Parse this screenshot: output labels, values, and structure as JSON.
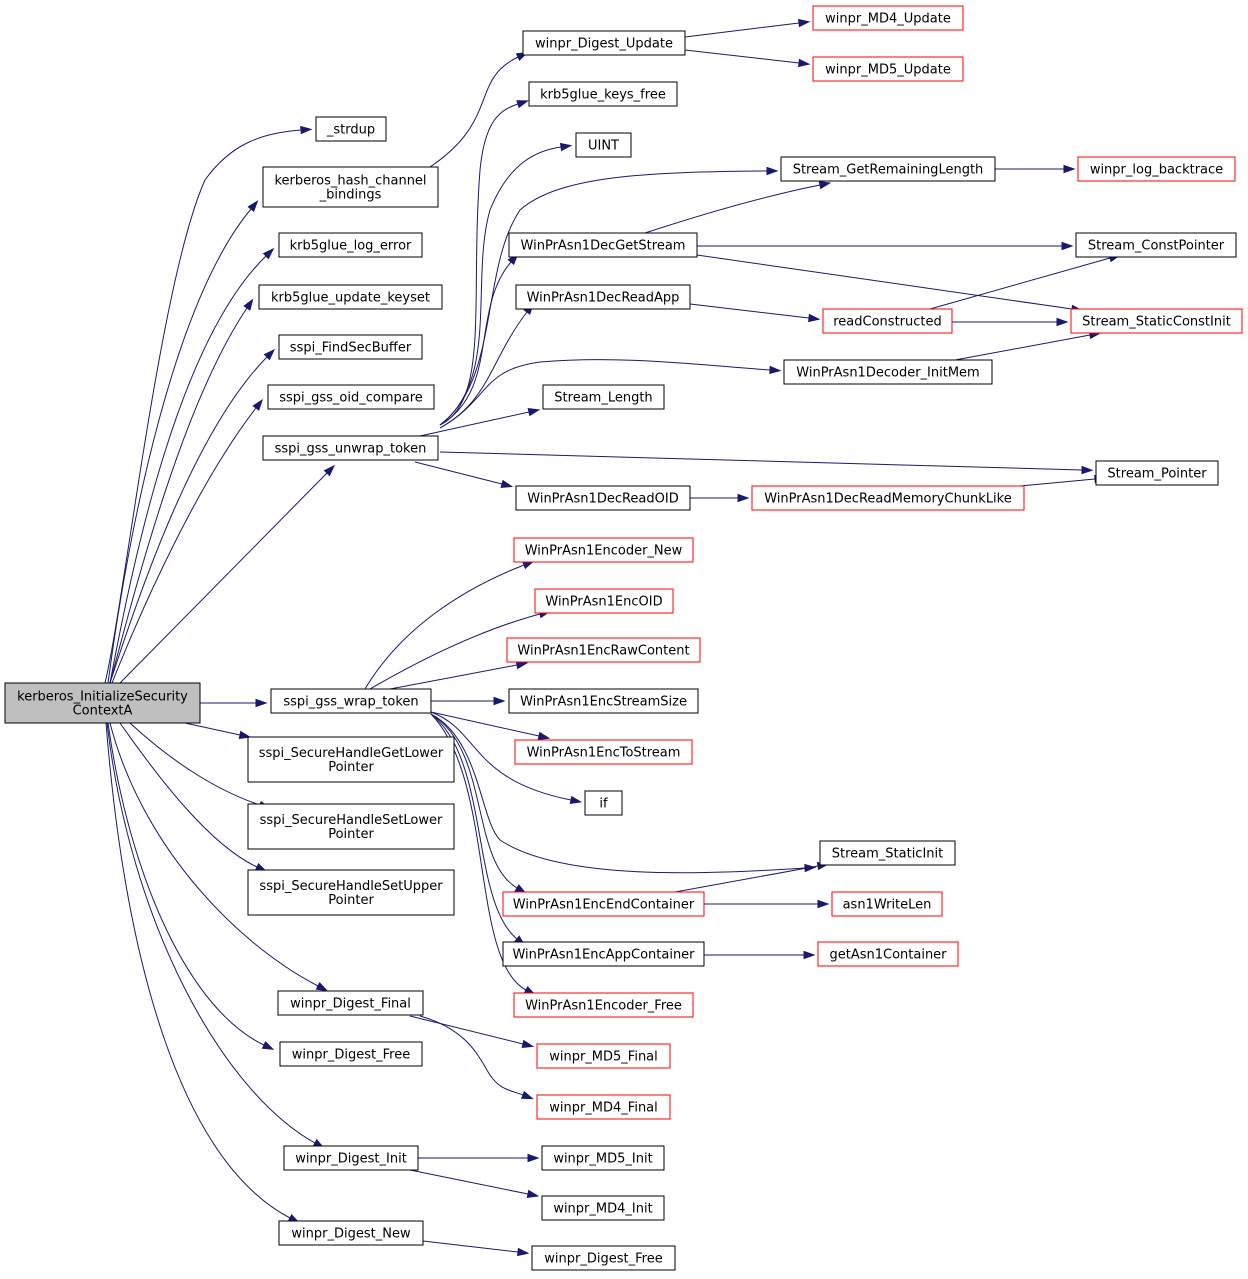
{
  "colors": {
    "edge": "#191970",
    "border_black": "#000000",
    "border_red": "#ff0000",
    "root_fill": "#bfbfbf",
    "node_fill": "#ffffff"
  },
  "nodes": {
    "root": {
      "lines": [
        "kerberos_InitializeSecurity",
        "ContextA"
      ],
      "style": "root"
    },
    "strdup": {
      "lines": [
        "_strdup"
      ],
      "style": "black"
    },
    "hash_cb": {
      "lines": [
        "kerberos_hash_channel",
        "_bindings"
      ],
      "style": "black"
    },
    "log_error": {
      "lines": [
        "krb5glue_log_error"
      ],
      "style": "black"
    },
    "update_keyset": {
      "lines": [
        "krb5glue_update_keyset"
      ],
      "style": "black"
    },
    "find_sec_buffer": {
      "lines": [
        "sspi_FindSecBuffer"
      ],
      "style": "black"
    },
    "oid_compare": {
      "lines": [
        "sspi_gss_oid_compare"
      ],
      "style": "black"
    },
    "unwrap_token": {
      "lines": [
        "sspi_gss_unwrap_token"
      ],
      "style": "black"
    },
    "wrap_token": {
      "lines": [
        "sspi_gss_wrap_token"
      ],
      "style": "black"
    },
    "get_lower": {
      "lines": [
        "sspi_SecureHandleGetLower",
        "Pointer"
      ],
      "style": "black"
    },
    "set_lower": {
      "lines": [
        "sspi_SecureHandleSetLower",
        "Pointer"
      ],
      "style": "black"
    },
    "set_upper": {
      "lines": [
        "sspi_SecureHandleSetUpper",
        "Pointer"
      ],
      "style": "black"
    },
    "digest_final": {
      "lines": [
        "winpr_Digest_Final"
      ],
      "style": "black"
    },
    "digest_free": {
      "lines": [
        "winpr_Digest_Free"
      ],
      "style": "black"
    },
    "digest_init": {
      "lines": [
        "winpr_Digest_Init"
      ],
      "style": "black"
    },
    "digest_new": {
      "lines": [
        "winpr_Digest_New"
      ],
      "style": "black"
    },
    "digest_update": {
      "lines": [
        "winpr_Digest_Update"
      ],
      "style": "black"
    },
    "keys_free": {
      "lines": [
        "krb5glue_keys_free"
      ],
      "style": "black"
    },
    "uint": {
      "lines": [
        "UINT"
      ],
      "style": "black"
    },
    "dec_get_stream": {
      "lines": [
        "WinPrAsn1DecGetStream"
      ],
      "style": "black"
    },
    "dec_read_app": {
      "lines": [
        "WinPrAsn1DecReadApp"
      ],
      "style": "black"
    },
    "stream_length": {
      "lines": [
        "Stream_Length"
      ],
      "style": "black"
    },
    "dec_read_oid": {
      "lines": [
        "WinPrAsn1DecReadOID"
      ],
      "style": "black"
    },
    "enc_new": {
      "lines": [
        "WinPrAsn1Encoder_New"
      ],
      "style": "red"
    },
    "enc_oid": {
      "lines": [
        "WinPrAsn1EncOID"
      ],
      "style": "red"
    },
    "enc_raw": {
      "lines": [
        "WinPrAsn1EncRawContent"
      ],
      "style": "red"
    },
    "enc_stream_size": {
      "lines": [
        "WinPrAsn1EncStreamSize"
      ],
      "style": "black"
    },
    "enc_to_stream": {
      "lines": [
        "WinPrAsn1EncToStream"
      ],
      "style": "red"
    },
    "if": {
      "lines": [
        "if"
      ],
      "style": "black"
    },
    "enc_end_container": {
      "lines": [
        "WinPrAsn1EncEndContainer"
      ],
      "style": "red"
    },
    "enc_app_container": {
      "lines": [
        "WinPrAsn1EncAppContainer"
      ],
      "style": "black"
    },
    "enc_free": {
      "lines": [
        "WinPrAsn1Encoder_Free"
      ],
      "style": "red"
    },
    "md5_final": {
      "lines": [
        "winpr_MD5_Final"
      ],
      "style": "red"
    },
    "md4_final": {
      "lines": [
        "winpr_MD4_Final"
      ],
      "style": "red"
    },
    "md5_init": {
      "lines": [
        "winpr_MD5_Init"
      ],
      "style": "black"
    },
    "md4_init": {
      "lines": [
        "winpr_MD4_Init"
      ],
      "style": "black"
    },
    "digest_free2": {
      "lines": [
        "winpr_Digest_Free"
      ],
      "style": "black"
    },
    "md4_update": {
      "lines": [
        "winpr_MD4_Update"
      ],
      "style": "red"
    },
    "md5_update": {
      "lines": [
        "winpr_MD5_Update"
      ],
      "style": "red"
    },
    "get_remaining": {
      "lines": [
        "Stream_GetRemainingLength"
      ],
      "style": "black"
    },
    "read_constructed": {
      "lines": [
        "readConstructed"
      ],
      "style": "red"
    },
    "decoder_init_mem": {
      "lines": [
        "WinPrAsn1Decoder_InitMem"
      ],
      "style": "black"
    },
    "read_mem_chunk": {
      "lines": [
        "WinPrAsn1DecReadMemoryChunkLike"
      ],
      "style": "red"
    },
    "stream_static_init": {
      "lines": [
        "Stream_StaticInit"
      ],
      "style": "black"
    },
    "asn1_write_len": {
      "lines": [
        "asn1WriteLen"
      ],
      "style": "red"
    },
    "get_asn1_container": {
      "lines": [
        "getAsn1Container"
      ],
      "style": "red"
    },
    "log_backtrace": {
      "lines": [
        "winpr_log_backtrace"
      ],
      "style": "red"
    },
    "const_pointer": {
      "lines": [
        "Stream_ConstPointer"
      ],
      "style": "black"
    },
    "static_const_init": {
      "lines": [
        "Stream_StaticConstInit"
      ],
      "style": "red"
    },
    "stream_pointer": {
      "lines": [
        "Stream_Pointer"
      ],
      "style": "black"
    }
  }
}
